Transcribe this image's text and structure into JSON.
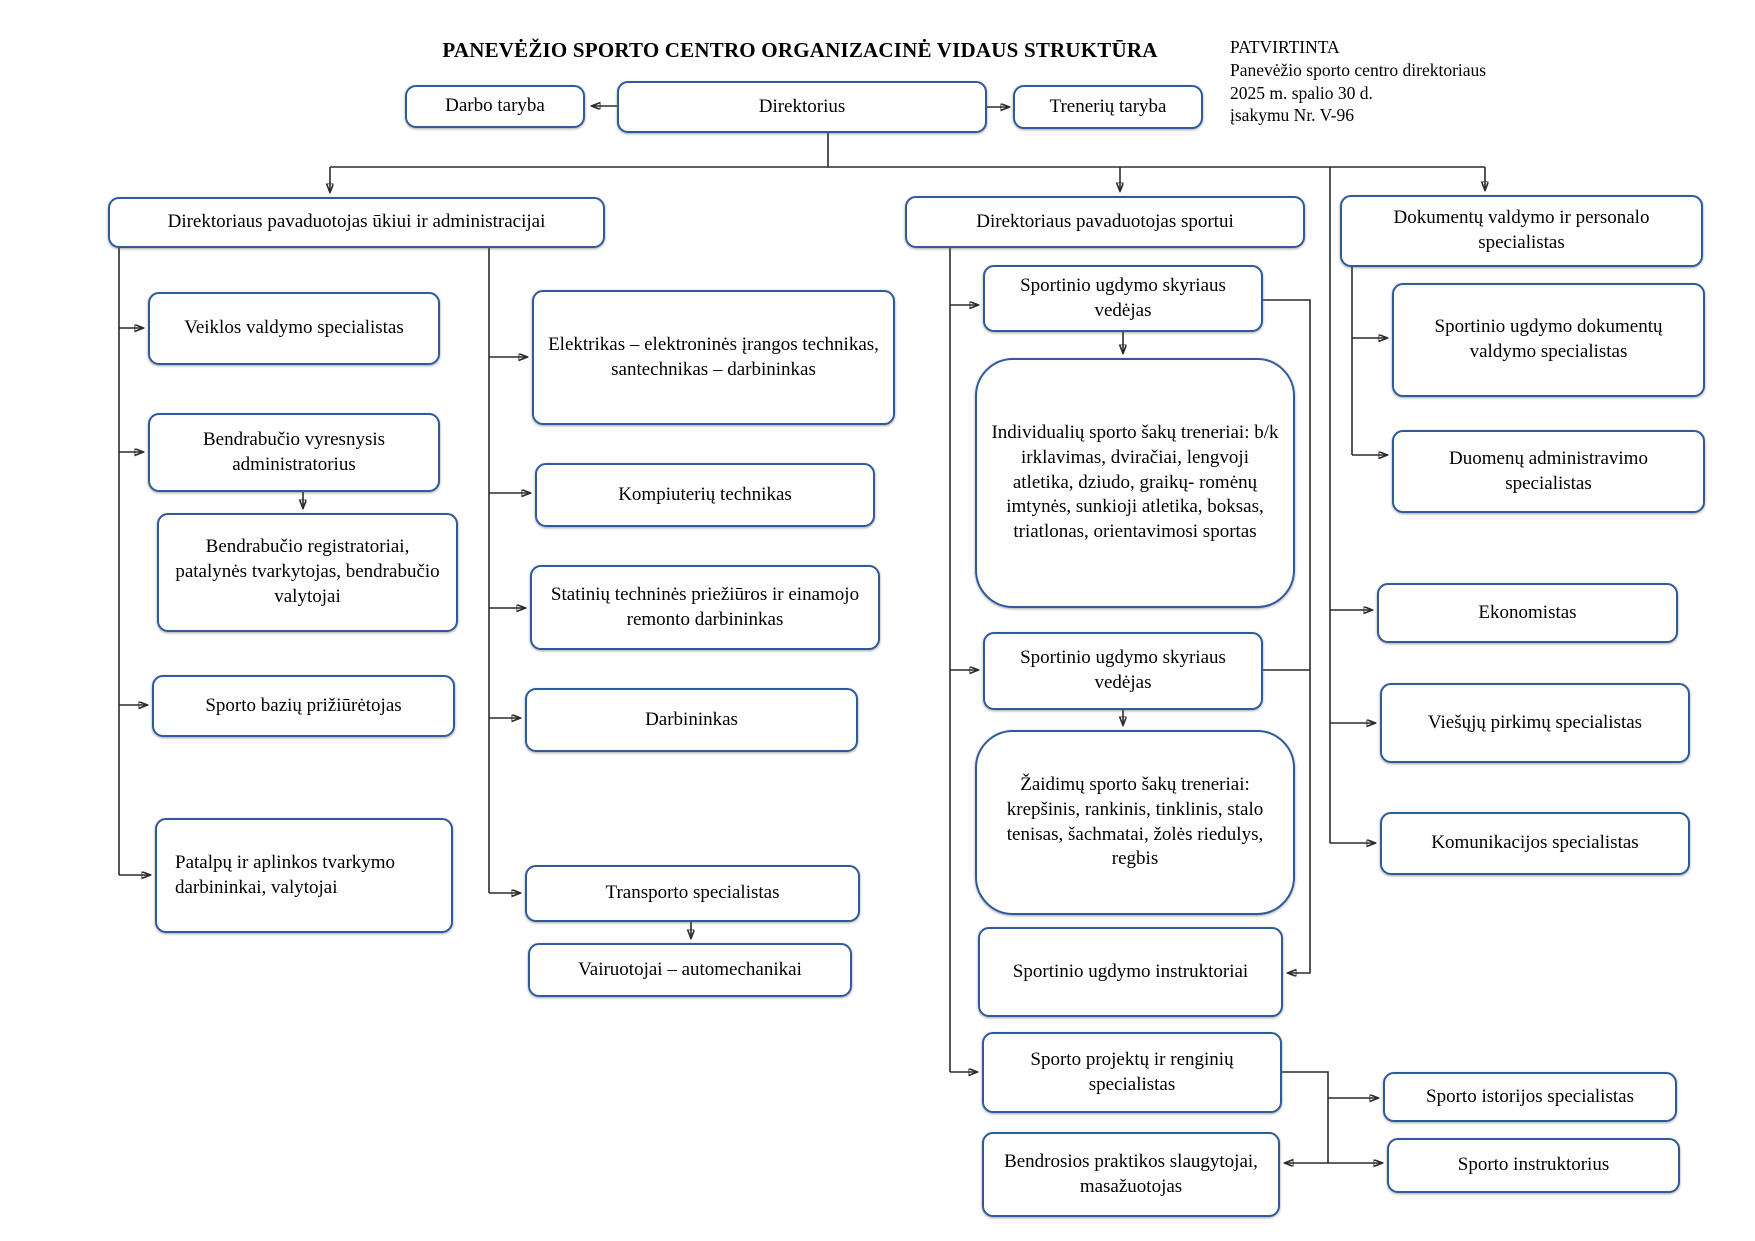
{
  "title": "PANEVĖŽIO SPORTO CENTRO ORGANIZACINĖ VIDAUS STRUKTŪRA",
  "approval": {
    "line1": "PATVIRTINTA",
    "line2": "Panevėžio sporto centro direktoriaus",
    "line3": "2025 m. spalio 30 d.",
    "line4": "įsakymu Nr. V-96"
  },
  "colors": {
    "box_border": "#2f5b9d",
    "connector": "#2b2b2b",
    "background": "#ffffff",
    "text": "#000000"
  },
  "nodes": {
    "darbo_taryba": "Darbo taryba",
    "direktorius": "Direktorius",
    "treneriu_taryba": "Trenerių taryba",
    "pav_ukio": "Direktoriaus pavaduotojas ūkiui ir administracijai",
    "veiklos": "Veiklos valdymo specialistas",
    "bendrabucio_adm": "Bendrabučio vyresnysis administratorius",
    "bendrabucio_reg": "Bendrabučio registratoriai, patalynės tvarkytojas, bendrabučio valytojai",
    "sporto_baziu": "Sporto bazių prižiūrėtojas",
    "patalpu": "Patalpų ir aplinkos tvarkymo darbininkai, valytojai",
    "elektrikas": "Elektrikas – elektroninės įrangos technikas, santechnikas – darbininkas",
    "kompiuteriu": "Kompiuterių technikas",
    "statiniu": "Statinių techninės priežiūros ir einamojo remonto darbininkas",
    "darbininkas": "Darbininkas",
    "transporto": "Transporto specialistas",
    "vairuotojai": "Vairuotojai – automechanikai",
    "pav_sportui": "Direktoriaus pavaduotojas sportui",
    "vedejas1": "Sportinio ugdymo skyriaus vedėjas",
    "individualiu": "Individualių sporto šakų treneriai: b/k irklavimas, dviračiai, lengvoji atletika, dziudo, graikų- romėnų imtynės, sunkioji atletika, boksas, triatlonas, orientavimosi sportas",
    "vedejas2": "Sportinio ugdymo skyriaus vedėjas",
    "zaidimu": "Žaidimų sporto šakų treneriai: krepšinis, rankinis, tinklinis, stalo tenisas, šachmatai, žolės riedulys, regbis",
    "instruktoriai": "Sportinio ugdymo instruktoriai",
    "projektu": "Sporto projektų ir renginių specialistas",
    "bendrosios": "Bendrosios praktikos slaugytojai, masažuotojas",
    "istorijos": "Sporto istorijos specialistas",
    "sporto_instruktorius": "Sporto instruktorius",
    "dok_valdymo": "Dokumentų valdymo ir personalo specialistas",
    "sp_dok": "Sportinio ugdymo dokumentų valdymo specialistas",
    "duomenu": "Duomenų administravimo specialistas",
    "ekonomistas": "Ekonomistas",
    "viesuju": "Viešųjų pirkimų specialistas",
    "komunikacijos": "Komunikacijos specialistas"
  }
}
